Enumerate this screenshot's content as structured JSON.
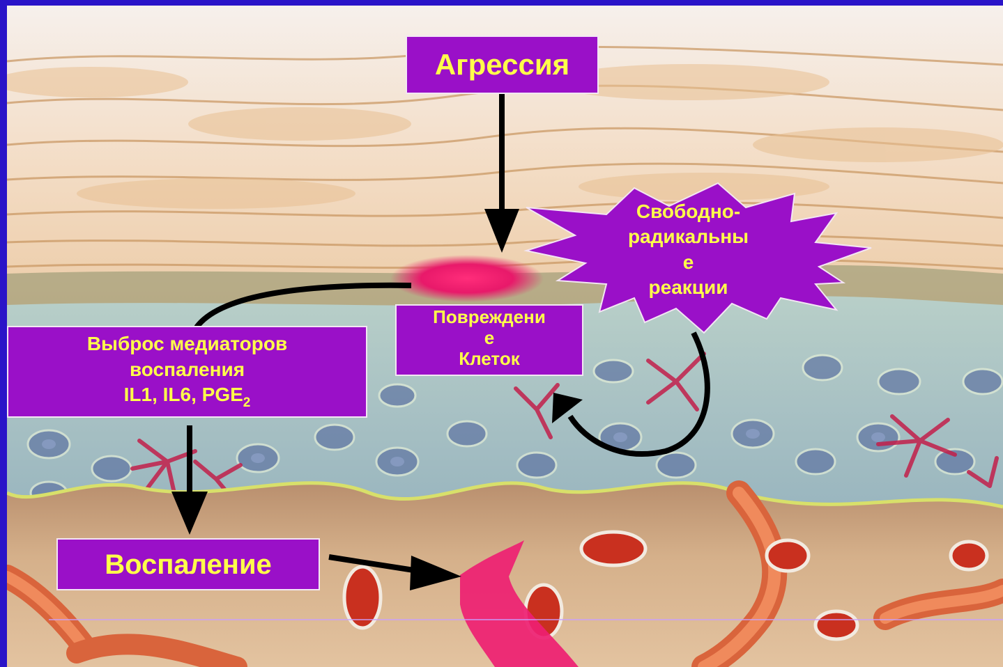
{
  "diagram": {
    "nodes": {
      "aggression": "Агрессия",
      "damage": [
        "Повреждени",
        "е",
        "Клеток"
      ],
      "free_radicals": [
        "Свободно-",
        "радикальны",
        "е",
        "реакции"
      ],
      "mediators": [
        "Выброс медиаторов",
        "воспаления"
      ],
      "mediators_formula": "IL1, IL6, PGE",
      "mediators_subscript": "2",
      "inflammation": "Воспаление"
    }
  },
  "colors": {
    "slide_border": "#2a14c8",
    "box_fill": "#9a10c8",
    "text": "#ffff4a",
    "arrow": "#000000",
    "lesion": "#e8196a"
  }
}
